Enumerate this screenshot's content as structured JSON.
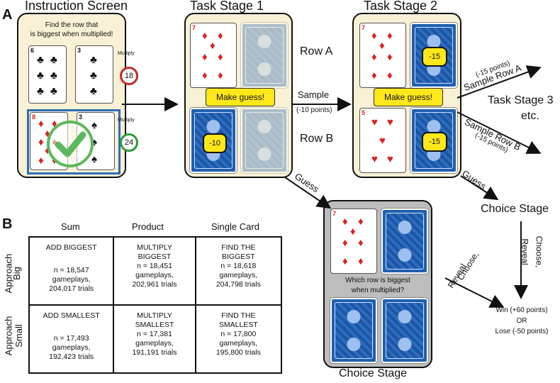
{
  "panels": {
    "a": "A",
    "b": "B"
  },
  "instruction": {
    "title": "Instruction Screen",
    "prompt_line1": "Find the row that",
    "prompt_line2": "is biggest when multiplied!",
    "multiply_label": "Multiply",
    "row1_score": "18",
    "row2_score": "24",
    "row1_cards": [
      "6",
      "3"
    ],
    "row2_cards": [
      "8",
      "3"
    ]
  },
  "stage1": {
    "title": "Task Stage 1",
    "guess_label": "Make guess!",
    "row_a": "Row A",
    "row_b": "Row B",
    "card_rank": "7",
    "sample_cost": "-10"
  },
  "stage2": {
    "title": "Task Stage 2",
    "guess_label": "Make guess!",
    "card_rank_top": "7",
    "card_rank_bottom": "5",
    "sample_cost_top": "-15",
    "sample_cost_bottom": "-15"
  },
  "arrows": {
    "sample": "Sample",
    "sample_cost": "(-10 points)",
    "guess_1": "Guess",
    "guess_2": "Guess",
    "sample_a_cost": "(-15 points)",
    "sample_a": "Sample Row A",
    "sample_b": "Sample Row B",
    "sample_b_cost": "(-15 points)",
    "task3_line1": "Task Stage 3",
    "task3_line2": "etc.",
    "choose_reveal_1": "Choose,",
    "choose_reveal_2": "Reveal",
    "choose_reveal_3": "Choose,",
    "choose_reveal_4": "Reveal"
  },
  "choice": {
    "title": "Choice Stage",
    "side_title": "Choice Stage",
    "question_line1": "Which row is biggest",
    "question_line2": "when multiplied?",
    "card_rank": "7"
  },
  "outcome": {
    "win": "Win (+60 points)",
    "or": "OR",
    "lose": "Lose (-50 points)"
  },
  "table": {
    "columns": [
      "Sum",
      "Product",
      "Single Card"
    ],
    "row_labels": [
      {
        "line1": "Approach",
        "line2": "Big"
      },
      {
        "line1": "Approach",
        "line2": "Small"
      }
    ],
    "rows": [
      [
        {
          "title1": "ADD BIGGEST",
          "title2": "",
          "n": "n = 18,547",
          "gp": "gameplays,",
          "trials": "204,017 trials"
        },
        {
          "title1": "MULTIPLY",
          "title2": "BIGGEST",
          "n": "n = 18,451",
          "gp": "gameplays,",
          "trials": "202,961 trials"
        },
        {
          "title1": "FIND THE",
          "title2": "BIGGEST",
          "n": "n = 18,618",
          "gp": "gameplays,",
          "trials": "204,798 trials"
        }
      ],
      [
        {
          "title1": "ADD SMALLEST",
          "title2": "",
          "n": "n = 17,493",
          "gp": "gameplays,",
          "trials": "192,423 trials"
        },
        {
          "title1": "MULTIPLY",
          "title2": "SMALLEST",
          "n": "n = 17,381",
          "gp": "gameplays,",
          "trials": "191,191 trials"
        },
        {
          "title1": "FIND THE",
          "title2": "SMALLEST",
          "n": "n = 17,800",
          "gp": "gameplays,",
          "trials": "195,800 trials"
        }
      ]
    ]
  },
  "icons": {
    "club": "club-suit-icon",
    "spade": "spade-suit-icon",
    "diamond": "diamond-suit-icon",
    "heart": "heart-suit-icon",
    "check": "checkmark-icon",
    "card_back": "card-back-icon"
  },
  "colors": {
    "stage_bg": "#f8f1d6",
    "badge_yellow": "#ffe81a",
    "card_back_blue": "#1f5fb0",
    "suit_red": "#e02020",
    "score_red_ring": "#c62828",
    "score_green_ring": "#2e9b3a",
    "check_green": "#5cb85c",
    "selection_blue": "#2f6db5",
    "choice_bg": "#bdbdbd"
  }
}
